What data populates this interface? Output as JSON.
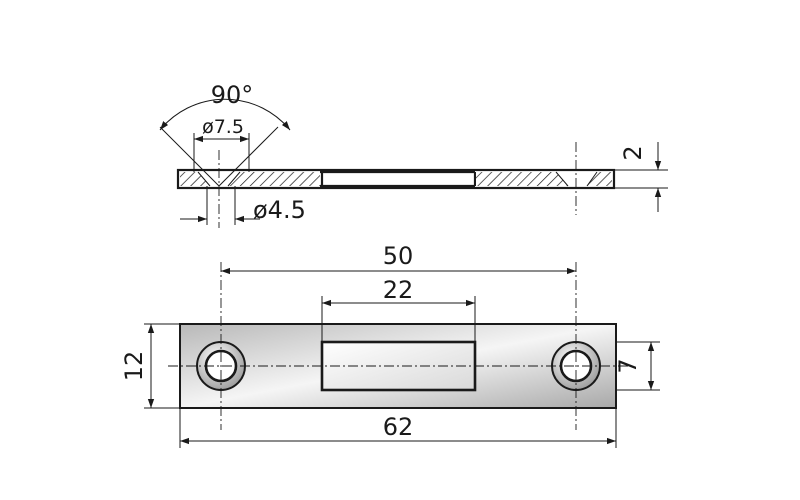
{
  "colors": {
    "line": "#1a1a1a",
    "plate_fill_light": "#f2f2f2",
    "plate_fill_dark": "#b5b5b5",
    "hatch": "#1a1a1a"
  },
  "dimensions": {
    "countersink_angle": "90°",
    "countersink_diameter": "ø7.5",
    "hole_diameter": "ø4.5",
    "thickness": "2",
    "hole_spacing": "50",
    "slot_length": "22",
    "overall_length": "62",
    "width": "12",
    "slot_width": "7"
  }
}
